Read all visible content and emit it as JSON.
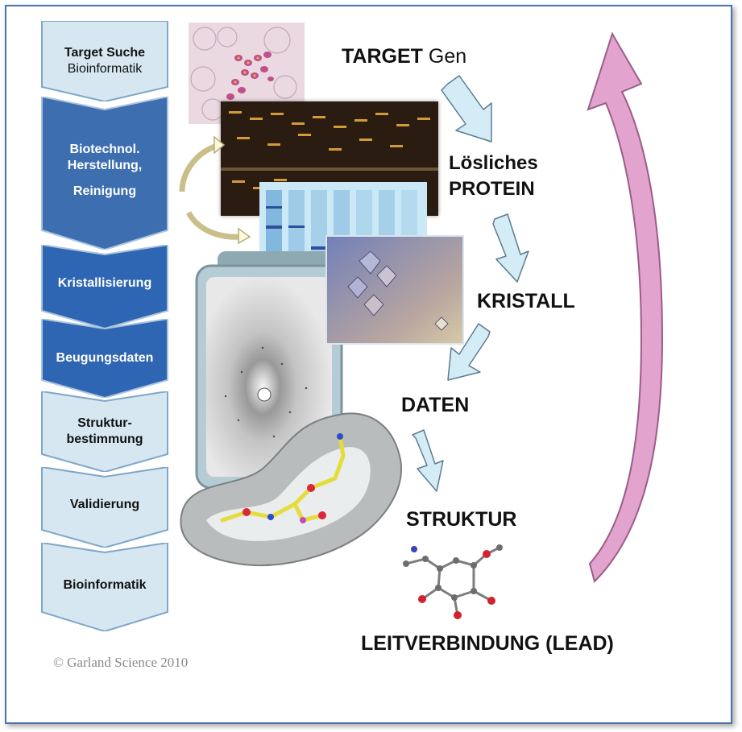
{
  "steps": [
    {
      "line1": "Target Suche",
      "line2": "Bioinformatik",
      "style": "light"
    },
    {
      "line1": "Biotechnol.",
      "line2": "Herstellung,",
      "line3": "Reinigung",
      "style": "dark"
    },
    {
      "line1": "Kristallisierung",
      "style": "dark"
    },
    {
      "line1": "Beugungsdaten",
      "style": "dark"
    },
    {
      "line1": "Struktur-",
      "line2": "bestimmung",
      "style": "light"
    },
    {
      "line1": "Validierung",
      "style": "light"
    },
    {
      "line1": "Bioinformatik",
      "style": "light"
    }
  ],
  "flow": {
    "target_bold": "TARGET",
    "target_rest": "Gen",
    "protein_line1": "Lösliches",
    "protein_line2": "PROTEIN",
    "kristall": "KRISTALL",
    "daten": "DATEN",
    "struktur": "STRUKTUR",
    "lead": "LEITVERBINDUNG (LEAD)"
  },
  "copyright": "© Garland Science 2010",
  "colors": {
    "chevron_light": "#d7e7f1",
    "chevron_dark": "#3d6fb0",
    "flow_arrow": "#d4ecf6",
    "cycle_arrow": "#e3a3cf",
    "frame": "#4a72b0"
  },
  "icons": [
    "tissue-micrograph-image",
    "gel-electrophoresis-image",
    "sds-page-gel-image",
    "protein-crystals-image",
    "diffraction-detector-image",
    "protein-ligand-surface-image",
    "lead-molecule-image",
    "recycle-arrows-icon",
    "flow-arrow-icon",
    "cycle-arrow-icon"
  ]
}
